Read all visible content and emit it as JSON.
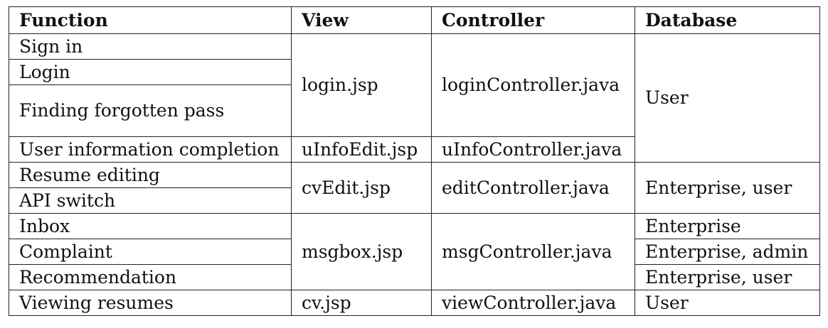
{
  "table": {
    "headers": [
      "Function",
      "View",
      "Controller",
      "Database"
    ],
    "functions": [
      "Sign in",
      "Login",
      "Finding forgotten pass",
      "User information completion",
      "Resume editing",
      "API switch",
      "Inbox",
      "Complaint",
      "Recommendation",
      "Viewing resumes"
    ],
    "views": [
      "login.jsp",
      "uInfoEdit.jsp",
      "cvEdit.jsp",
      "msgbox.jsp",
      "cv.jsp"
    ],
    "controllers": [
      "loginController.java",
      "uInfoController.java",
      "editController.java",
      "msgController.java",
      "viewController.java"
    ],
    "databases": [
      "User",
      "Enterprise, user",
      "Enterprise",
      "Enterprise, admin",
      "Enterprise, user",
      "User"
    ]
  }
}
